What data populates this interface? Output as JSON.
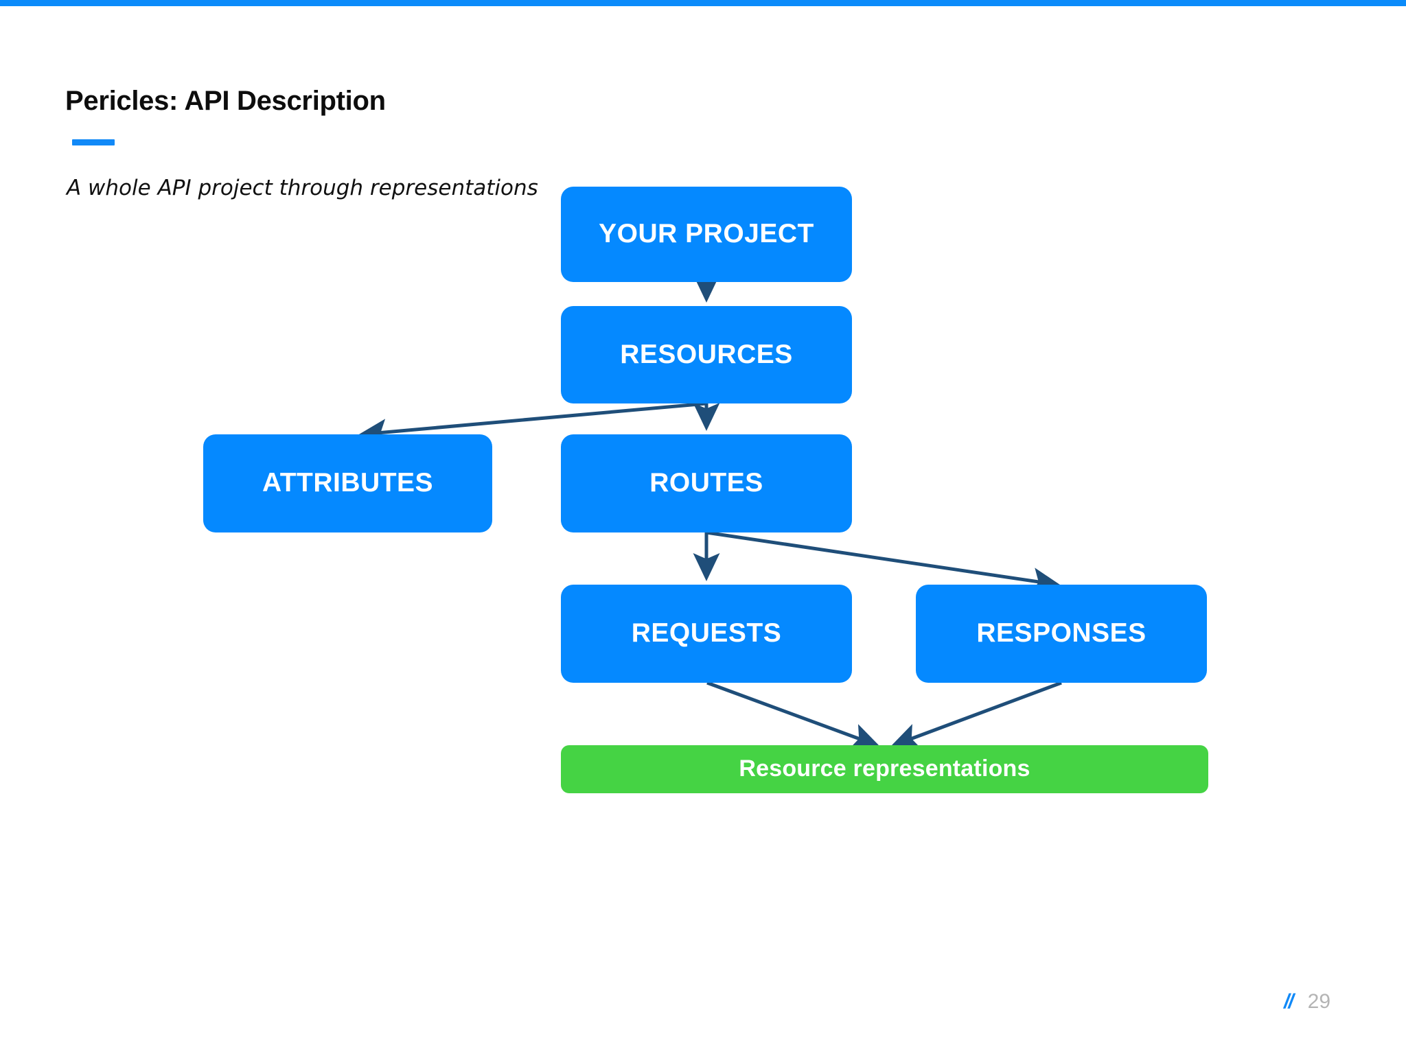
{
  "slide": {
    "title": "Pericles: API Description",
    "subtitle": "A whole API project through representations",
    "accent_color": "#1189f7",
    "top_bar_color": "#0b8bfa"
  },
  "diagram": {
    "type": "flowchart",
    "node_fill_blue": "#0589ff",
    "node_fill_green": "#45d344",
    "node_text_color": "#ffffff",
    "arrow_color": "#1f4e79",
    "nodes": [
      {
        "id": "your-project",
        "label": "YOUR PROJECT",
        "color": "blue"
      },
      {
        "id": "resources",
        "label": "RESOURCES",
        "color": "blue"
      },
      {
        "id": "attributes",
        "label": "ATTRIBUTES",
        "color": "blue"
      },
      {
        "id": "routes",
        "label": "ROUTES",
        "color": "blue"
      },
      {
        "id": "requests",
        "label": "REQUESTS",
        "color": "blue"
      },
      {
        "id": "responses",
        "label": "RESPONSES",
        "color": "blue"
      },
      {
        "id": "resource-representations",
        "label": "Resource representations",
        "color": "green"
      }
    ],
    "edges": [
      {
        "from": "your-project",
        "to": "resources"
      },
      {
        "from": "resources",
        "to": "attributes"
      },
      {
        "from": "resources",
        "to": "routes"
      },
      {
        "from": "routes",
        "to": "requests"
      },
      {
        "from": "routes",
        "to": "responses"
      },
      {
        "from": "requests",
        "to": "resource-representations"
      },
      {
        "from": "responses",
        "to": "resource-representations"
      }
    ]
  },
  "footer": {
    "slashes": "//",
    "page_number": "29"
  }
}
